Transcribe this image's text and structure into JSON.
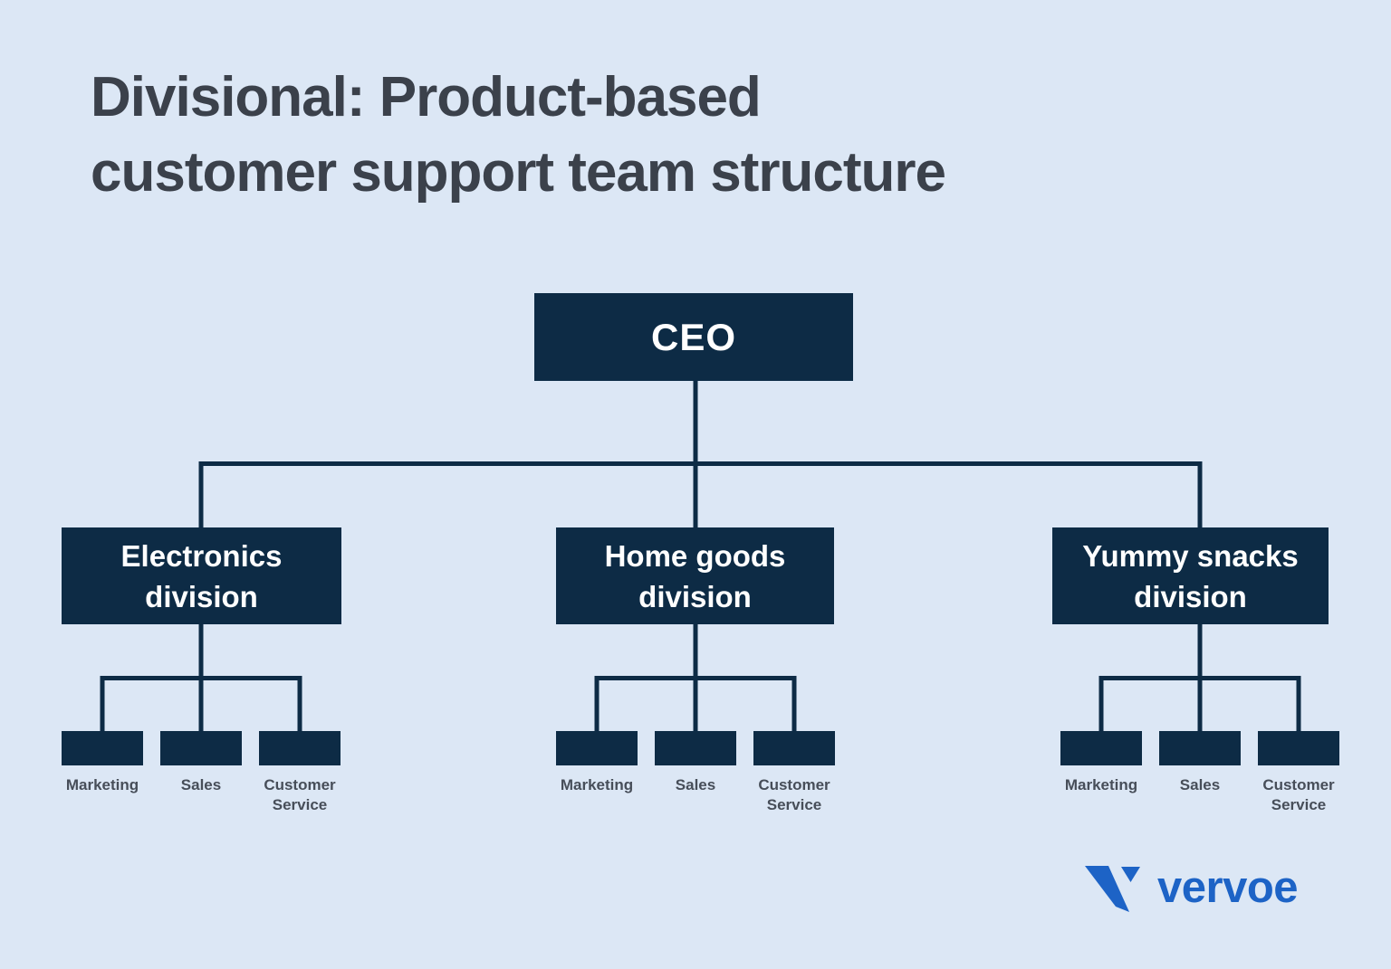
{
  "title": {
    "line1": "Divisional: Product-based",
    "line2": "customer support team structure"
  },
  "org": {
    "root": {
      "label": "CEO"
    },
    "divisions": [
      {
        "name": "Electronics",
        "suffix": "division",
        "children": [
          "Marketing",
          "Sales",
          "Customer Service"
        ]
      },
      {
        "name": "Home goods",
        "suffix": "division",
        "children": [
          "Marketing",
          "Sales",
          "Customer Service"
        ]
      },
      {
        "name": "Yummy snacks",
        "suffix": "division",
        "children": [
          "Marketing",
          "Sales",
          "Customer Service"
        ]
      }
    ]
  },
  "brand": {
    "name": "vervoe"
  },
  "colors": {
    "background": "#dce7f5",
    "node_fill": "#0d2b45",
    "node_text": "#ffffff",
    "connector": "#0d2b45",
    "title_text": "#3b414b",
    "label_text": "#474e59",
    "brand_blue": "#1d63c6"
  }
}
